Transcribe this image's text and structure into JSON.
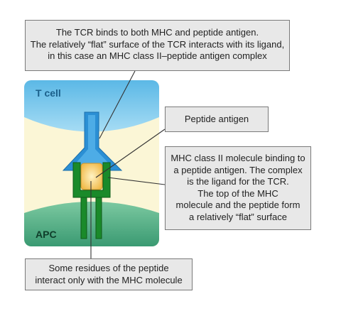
{
  "labels": {
    "t_cell": "T cell",
    "apc": "APC"
  },
  "callouts": {
    "tcr": "The TCR binds to both MHC and peptide antigen.\nThe relatively “flat” surface of the TCR interacts with its ligand,\nin this case an MHC class II–peptide antigen complex",
    "peptide": "Peptide antigen",
    "mhc": "MHC class II molecule binding to\na peptide antigen. The complex\nis the ligand for the TCR.\nThe top of the MHC\nmolecule and the peptide form\na relatively “flat” surface",
    "residues": "Some residues of the peptide\ninteract only with the MHC molecule"
  },
  "colors": {
    "background_panel": "#fbf6d6",
    "t_cell": "#7ec9ec",
    "t_cell_label": "#1b5f8a",
    "apc": "#3fa37a",
    "apc_label": "#0f3d2a",
    "tcr": "#2b8fd4",
    "mhc": "#1a8a2a",
    "peptide": "#f6cf68",
    "callout_fill": "#e8e8e8",
    "callout_border": "#7a7a7a"
  }
}
